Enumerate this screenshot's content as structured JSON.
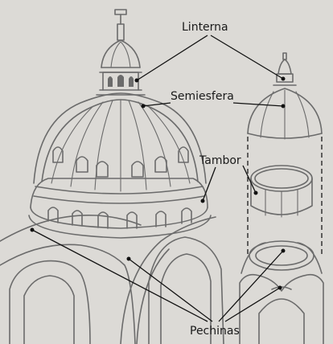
{
  "labels": {
    "linterna": "Linterna",
    "semiesfera": "Semiesfera",
    "tambor": "Tambor",
    "pechinas": "Pechinas"
  },
  "colors": {
    "background": "#dcdad6",
    "line": "#6b6b6b",
    "leader": "#111111"
  }
}
